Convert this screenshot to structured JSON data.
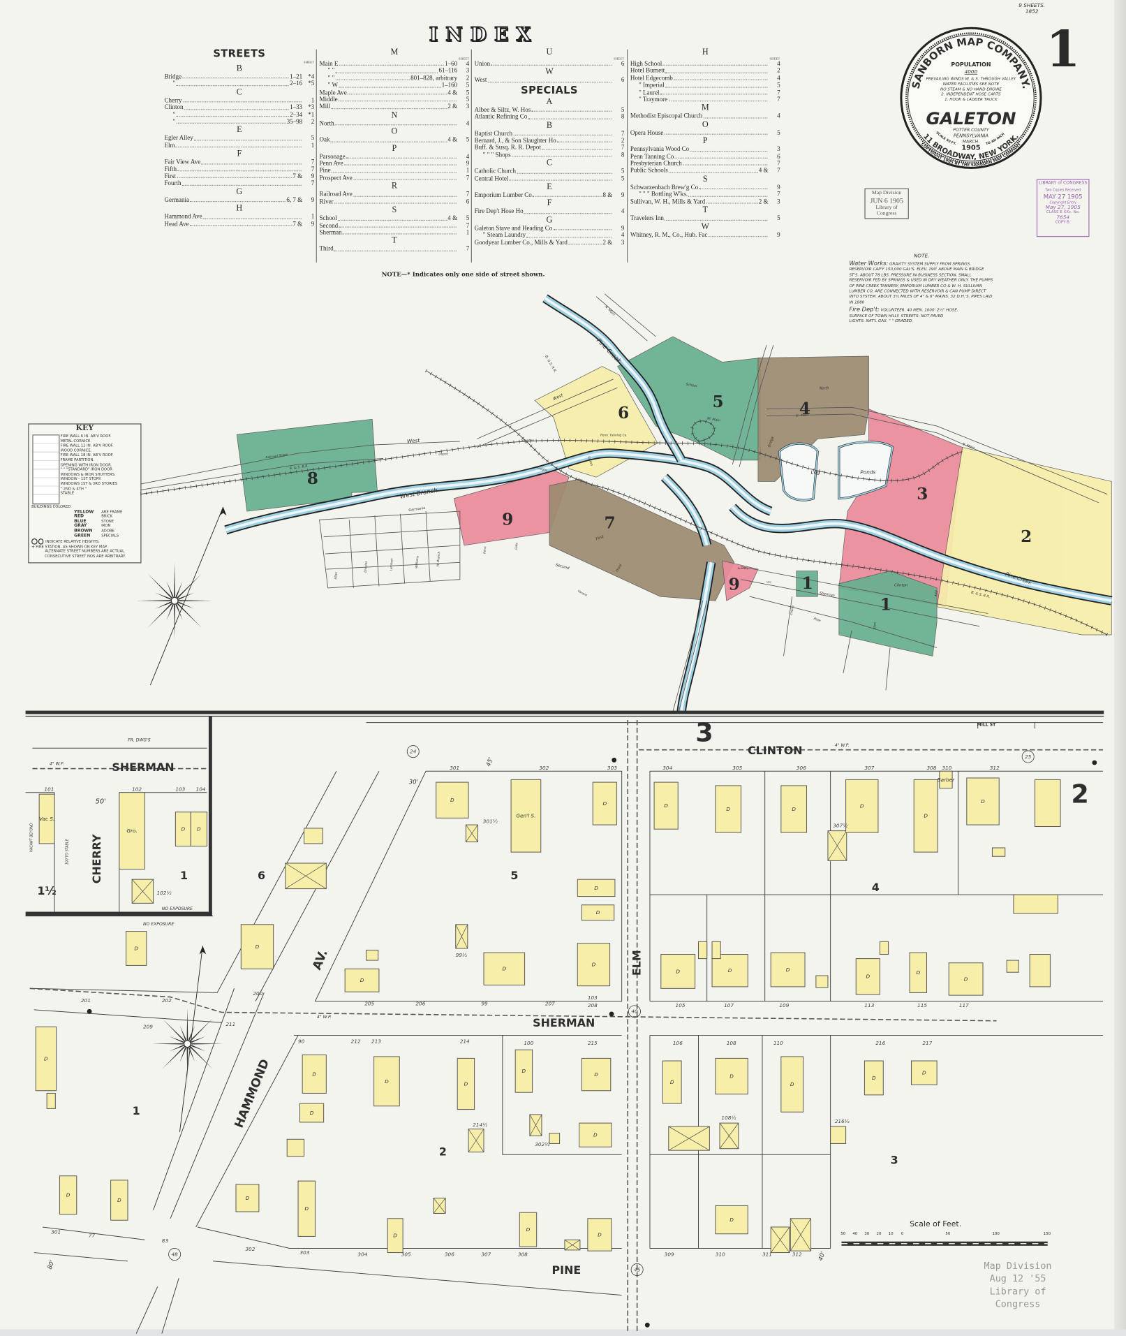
{
  "index": {
    "title": "INDEX",
    "note": "NOTE—* Indicates only one side of street shown.",
    "columns": [
      [
        {
          "big": "STREETS"
        },
        {
          "sheet": "SHEET"
        },
        {
          "h": "B"
        },
        {
          "n": "Bridge",
          "r": "1–21",
          "s": "*4"
        },
        {
          "n": "\"",
          "r": "2–16",
          "s": "*5",
          "ind": true
        },
        {
          "h": "C"
        },
        {
          "n": "Cherry",
          "s": "1"
        },
        {
          "n": "Clinton",
          "r": "1–33",
          "s": "*3"
        },
        {
          "n": "\"",
          "r": "2–34",
          "s": "*1",
          "ind": true
        },
        {
          "n": "\"",
          "r": "35–98",
          "s": "2",
          "ind": true
        },
        {
          "h": "E"
        },
        {
          "n": "Egler Alley",
          "s": "5"
        },
        {
          "n": "Elm",
          "s": "1"
        },
        {
          "h": "F"
        },
        {
          "n": "Fair View Ave",
          "s": "7"
        },
        {
          "n": "Fifth",
          "s": "7"
        },
        {
          "n": "First",
          "r": "7 &",
          "s": "9"
        },
        {
          "n": "Fourth",
          "s": "7"
        },
        {
          "h": "G"
        },
        {
          "n": "Germania",
          "r": "6, 7 &",
          "s": "9"
        },
        {
          "h": "H"
        },
        {
          "n": "Hammond Ave",
          "s": "1"
        },
        {
          "n": "Head Ave",
          "r": "7 &",
          "s": "9"
        }
      ],
      [
        {
          "h": "M"
        },
        {
          "sheet": "SHEET"
        },
        {
          "n": "Main E",
          "r": "1–60",
          "s": "4"
        },
        {
          "n": "\"   \"",
          "r": "61–116",
          "s": "3",
          "ind": true
        },
        {
          "n": "\"   \"",
          "r": "801–828, arbitrary",
          "s": "2",
          "ind": true
        },
        {
          "n": "\"  W",
          "r": "1–160",
          "s": "5",
          "ind": true
        },
        {
          "n": "Maple Ave",
          "r": "4 &",
          "s": "5"
        },
        {
          "n": "Middle",
          "s": "5"
        },
        {
          "n": "Mill",
          "r": "2 &",
          "s": "3"
        },
        {
          "h": "N"
        },
        {
          "n": "North",
          "s": "4"
        },
        {
          "h": "O"
        },
        {
          "n": "Oak",
          "r": "4 &",
          "s": "5"
        },
        {
          "h": "P"
        },
        {
          "n": "Parsonage",
          "s": "4"
        },
        {
          "n": "Penn Ave",
          "s": "9"
        },
        {
          "n": "Pine",
          "s": "1"
        },
        {
          "n": "Prospect Ave",
          "s": "7"
        },
        {
          "h": "R"
        },
        {
          "n": "Railroad Ave",
          "s": "7"
        },
        {
          "n": "River",
          "s": "6"
        },
        {
          "h": "S"
        },
        {
          "n": "School",
          "r": "4 &",
          "s": "5"
        },
        {
          "n": "Second",
          "s": "7"
        },
        {
          "n": "Sherman",
          "s": "1"
        },
        {
          "h": "T"
        },
        {
          "n": "Third",
          "s": "7"
        }
      ],
      [
        {
          "h": "U"
        },
        {
          "sheet": "SHEET"
        },
        {
          "n": "Union",
          "s": "6"
        },
        {
          "h": "W"
        },
        {
          "n": "West",
          "s": "6"
        },
        {
          "big": "SPECIALS"
        },
        {
          "h": "A"
        },
        {
          "n": "Albee & Siltz, W. Hos",
          "s": "5"
        },
        {
          "n": "Atlantic Refining Co",
          "s": "8"
        },
        {
          "h": "B"
        },
        {
          "n": "Baptist Church",
          "s": "7"
        },
        {
          "n": "Bernard, J., & Son Slaughter Ho",
          "s": "2"
        },
        {
          "n": "Buff. & Susq. R. R. Depot",
          "s": "7"
        },
        {
          "n": "\"     \"     \"     Shops",
          "s": "8",
          "ind": true
        },
        {
          "h": "C"
        },
        {
          "n": "Catholic Church",
          "s": "5"
        },
        {
          "n": "Central Hotel",
          "s": "5"
        },
        {
          "h": "E"
        },
        {
          "n": "Emporium Lumber Co",
          "r": "8 &",
          "s": "9"
        },
        {
          "h": "F"
        },
        {
          "n": "Fire Dep't Hose Ho",
          "s": "4"
        },
        {
          "h": "G"
        },
        {
          "n": "Galeton Stave and Heading Co",
          "s": "9"
        },
        {
          "n": "\"    Steam Laundry",
          "s": "4",
          "ind": true
        },
        {
          "n": "Goodyear Lumber Co., Mills & Yard",
          "r": "2 &",
          "s": "3"
        }
      ],
      [
        {
          "h": "H"
        },
        {
          "sheet": "SHEET"
        },
        {
          "n": "High School",
          "s": "4"
        },
        {
          "n": "Hotel Burnett",
          "s": "2"
        },
        {
          "n": "Hotel Edgecomb",
          "s": "4"
        },
        {
          "n": "\"  Imperial",
          "s": "5",
          "ind": true
        },
        {
          "n": "\"  Laurel",
          "s": "7",
          "ind": true
        },
        {
          "n": "\"  Traymore",
          "s": "7",
          "ind": true
        },
        {
          "h": "M"
        },
        {
          "n": "Methodist Episcopal Church",
          "s": "4"
        },
        {
          "h": "O"
        },
        {
          "n": "Opera House",
          "s": "5"
        },
        {
          "h": "P"
        },
        {
          "n": "Pennsylvania Wood Co",
          "s": "3"
        },
        {
          "n": "Penn Tanning Co",
          "s": "6"
        },
        {
          "n": "Presbyterian Church",
          "s": "7"
        },
        {
          "n": "Public Schools",
          "r": "4 &",
          "s": "7"
        },
        {
          "h": "S"
        },
        {
          "n": "Schwarzenbach Brew'g Co",
          "s": "9"
        },
        {
          "n": "\"     \"     \" Bottling W'ks.",
          "s": "7",
          "ind": true
        },
        {
          "n": "Sullivan, W. H., Mills & Yard",
          "r": "2 &",
          "s": "3"
        },
        {
          "h": "T"
        },
        {
          "n": "Travelers Inn",
          "s": "5"
        },
        {
          "h": "W"
        },
        {
          "n": "Whitney, R. M., Co., Hub. Fac",
          "s": "9"
        }
      ]
    ]
  },
  "header": {
    "sheets_note": "9 SHEETS.",
    "sheets_code": "1852",
    "sheet_number": "1"
  },
  "seal": {
    "company": "SANBORN MAP COMPANY.",
    "population_label": "POPULATION",
    "population": "4000",
    "lines": [
      "PREVAILING WINDS W. & S. THROUGH VALLEY",
      "WATER FACILITIES SEE NOTE",
      "NO STEAM & NO HAND ENGINE",
      "2. INDEPENDENT HOSE CARTS",
      "1. HOOK & LADDER TRUCK"
    ],
    "town": "GALETON",
    "county": "POTTER COUNTY",
    "state": "PENNSYLVANIA",
    "month": "MARCH.",
    "year": "1905",
    "scale_left": "SCALE 50 FT.",
    "scale_right": "TO AN INCH",
    "address": "11 BROADWAY, NEW YORK.",
    "copyright": "COPYRIGHT 1905 BY THE SANBORN MAP COMPANY"
  },
  "stamps": {
    "received": {
      "line1": "Map Division",
      "line2": "JUN 6 1905",
      "line3": "Library of Congress"
    },
    "copyright": {
      "line1": "LIBRARY of CONGRESS",
      "line2": "Two Copies Received",
      "line3": "MAY 27 1905",
      "line4": "Copyright Entry",
      "line5": "May 27, 1905",
      "line6": "CLASS E XXc. No.",
      "line7": "7654",
      "line8": "COPY B."
    },
    "bottom": {
      "line1": "Map Division",
      "line2": "Aug 12 '55",
      "line3": "Library of Congress"
    }
  },
  "note": {
    "title": "NOTE.",
    "water_lead": "Water Works:",
    "water_text": "gravity system supply from springs, reservoir cap'y 150,000 gal's. elev. 190' above Main & Bridge St's. about 78 lbs. pressure in business section. small reservoir fed by springs & used in dry weather only. the pumps of Pine Creek Tannery, Emporium Lumber Co & W. H. Sullivan Lumber Co. are connected with reservoir & can pump direct into system. about 3½ miles of 4\" & 6\" mains. 32 D.H.'s. pipes laid in 1880",
    "fire_lead": "Fire Dep't:",
    "fire_text": "volunteer. 40 men. 1000' 2½\" hose.",
    "surface_text": "surface of town hilly. streets: not paved",
    "lights_text": "lights: nat'l gas.   \"   \"   graded."
  },
  "key": {
    "title": "KEY",
    "items": [
      "Fire wall 6 in. ab'v roof.",
      "Metal cornice.",
      "Fire wall 12 in. ab'v roof.",
      "Wood cornice.",
      "Fire wall 18 in. ab'v roof.",
      "Frame partition.",
      "Opening with iron door.",
      "\"   \" \"Standard\" iron door",
      "Windows & iron shutters.",
      "Window - 1st story.",
      "Windows 1st & 3rd stories",
      "\"  2nd & 4th \"",
      "Stable"
    ],
    "colors_intro": "Buildings colored",
    "colors": [
      {
        "color": "YELLOW",
        "material": "ARE FRAME",
        "hex": "#f6eda0"
      },
      {
        "color": "RED",
        "material": "BRICK",
        "hex": "#e88a9a"
      },
      {
        "color": "BLUE",
        "material": "STONE",
        "hex": "#8fc3dc"
      },
      {
        "color": "GRAY",
        "material": "IRON",
        "hex": "#999999"
      },
      {
        "color": "BROWN",
        "material": "ADOBE",
        "hex": "#9c8a70"
      },
      {
        "color": "GREEN",
        "material": "SPECIALS",
        "hex": "#6fb594"
      }
    ],
    "heights": "Indicate relative heights.",
    "fire_station": "Fire station, as shown on key map.",
    "alt1": "Alternate street numbers are actual.",
    "alt2": "Consecutive street nos are arbitrary."
  },
  "colors": {
    "frame_yellow": "#f7eeaa",
    "brick_red": "#ec8b9c",
    "adobe_brown": "#9e8b72",
    "specials_green": "#67b08f",
    "water_blue": "#9fd0e2",
    "paper": "#f4f4ee"
  },
  "key_map": {
    "sheet_numbers": [
      "8",
      "9",
      "6",
      "5",
      "4",
      "3",
      "2",
      "7",
      "9",
      "1",
      "1"
    ],
    "labels": {
      "west": "West",
      "railroad_shops": "Railroad Shops",
      "bs_rr": "B. & S. R.R.",
      "depot": "Depot",
      "shanties": "Shanties",
      "freight": "Freight",
      "west_branch": "West Branch",
      "germania": "Germania",
      "pine_creek_n": "Pine Creek",
      "n_main": "N. Main",
      "bs_rr_n": "B. & S. R.R.",
      "west2": "West",
      "penn_tanning": "Penn. Tanning Co.",
      "union": "Union",
      "log": "Log",
      "ponds": "Ponds",
      "e_main": "E. Main",
      "e_main2": "E. Main",
      "w_main": "W. Main",
      "school": "School",
      "north": "North",
      "bridge": "Bridge",
      "clinton": "Clinton",
      "sherman": "Sherman",
      "pine": "Pine",
      "mill": "Mill",
      "elm": "Elm",
      "cherry": "Cherry",
      "first": "First",
      "second": "Second",
      "third": "Third",
      "vacant": "Vacant",
      "pine_creek_e": "Pine Creek",
      "bs_rr_e": "B. & S. R.R.",
      "allan": "Allan",
      "division": "Division",
      "lambert": "Lambert",
      "williams": "Williams",
      "w_branch": "W. Branch",
      "penn": "Penn",
      "gale": "Gale",
      "brewery": "Brewery",
      "vac": "Vac."
    }
  },
  "detail_map": {
    "block_numbers": [
      "1½",
      "1",
      "6",
      "5",
      "4",
      "2",
      "1",
      "2",
      "3"
    ],
    "big_sheet_refs": [
      "3",
      "2"
    ],
    "streets": {
      "sherman_inset": "SHERMAN",
      "cherry": "CHERRY",
      "clinton": "CLINTON",
      "sherman": "SHERMAN",
      "elm": "ELM",
      "hammond": "HAMMOND",
      "av": "AV.",
      "pine": "PINE",
      "mill": "MILL ST"
    },
    "annotations": {
      "fr_dwgs": "FR. DWG'S",
      "no_exposure_inset": "NO EXPOSURE",
      "no_exposure": "NO EXPOSURE",
      "vacant_beyond": "VACANT BEYOND",
      "stable": "100'TO STABLE",
      "wp_clinton": "4\" W.P.",
      "wp_sherman": "4\" W.P.",
      "wp_inset": "4\" W.P.",
      "fifty": "50'",
      "thirty": "30'",
      "forty_five": "45'",
      "forty": "40'",
      "eighty": "80'"
    },
    "circled": [
      "24",
      "25",
      "40",
      "45",
      "48"
    ],
    "building_labels": {
      "dwelling": "D",
      "general_store": "Gen'l S.",
      "grocery": "Gro.",
      "barber": "Barber",
      "vacant_store": "Vac S."
    },
    "house_numbers": {
      "inset": [
        "101",
        "102",
        "103",
        "104",
        "102½"
      ],
      "clinton": [
        "301",
        "302",
        "303",
        "304",
        "305",
        "306",
        "307",
        "308",
        "310",
        "312",
        "301½",
        "307½"
      ],
      "sherman_north": [
        "200",
        "205",
        "206",
        "99",
        "207",
        "103",
        "208",
        "105",
        "107",
        "109",
        "113",
        "115",
        "117",
        "99½"
      ],
      "sherman_south": [
        "90",
        "212",
        "213",
        "214",
        "100",
        "215",
        "106",
        "108",
        "110",
        "216",
        "217",
        "214½",
        "302½",
        "108½",
        "216½"
      ],
      "pine": [
        "301",
        "77",
        "83",
        "302",
        "303",
        "304",
        "305",
        "306",
        "307",
        "308",
        "309",
        "310",
        "311",
        "312"
      ],
      "misc": [
        "201",
        "202",
        "209",
        "211"
      ]
    },
    "scale": {
      "title": "Scale of Feet.",
      "ticks": [
        "50",
        "40",
        "30",
        "20",
        "10",
        "0",
        "50",
        "100",
        "150"
      ]
    }
  }
}
